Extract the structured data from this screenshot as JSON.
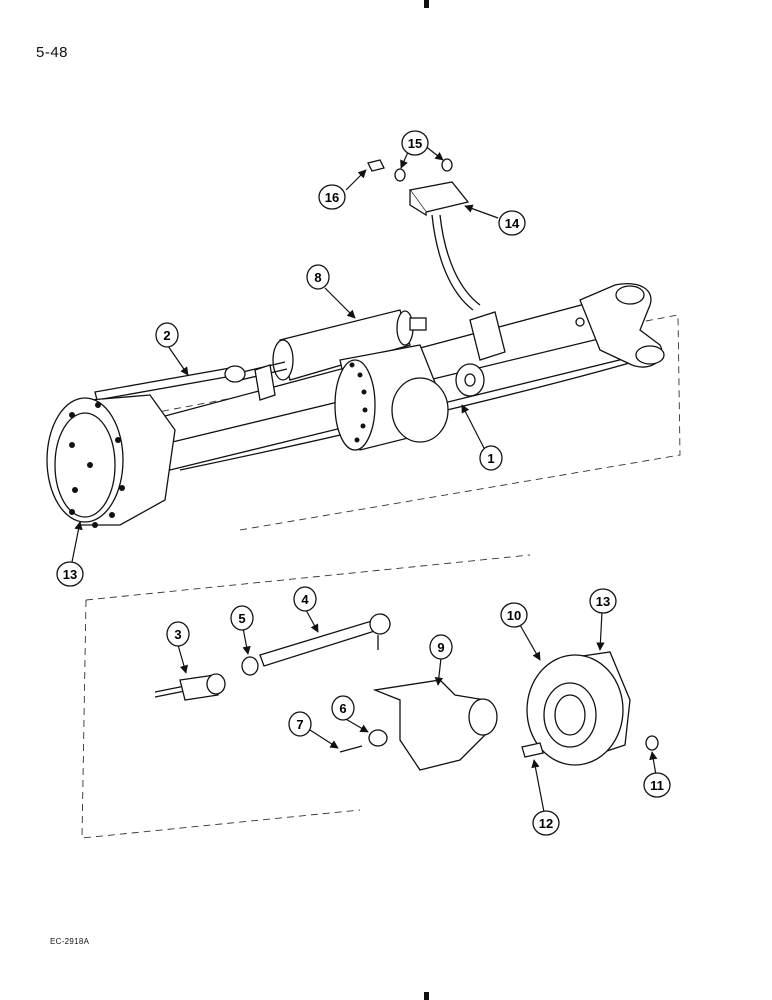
{
  "page_number": "5-48",
  "figure_code": "EC-2918A",
  "callouts": [
    "1",
    "2",
    "3",
    "4",
    "5",
    "6",
    "7",
    "8",
    "9",
    "10",
    "11",
    "12",
    "13",
    "13",
    "14",
    "15",
    "16"
  ]
}
